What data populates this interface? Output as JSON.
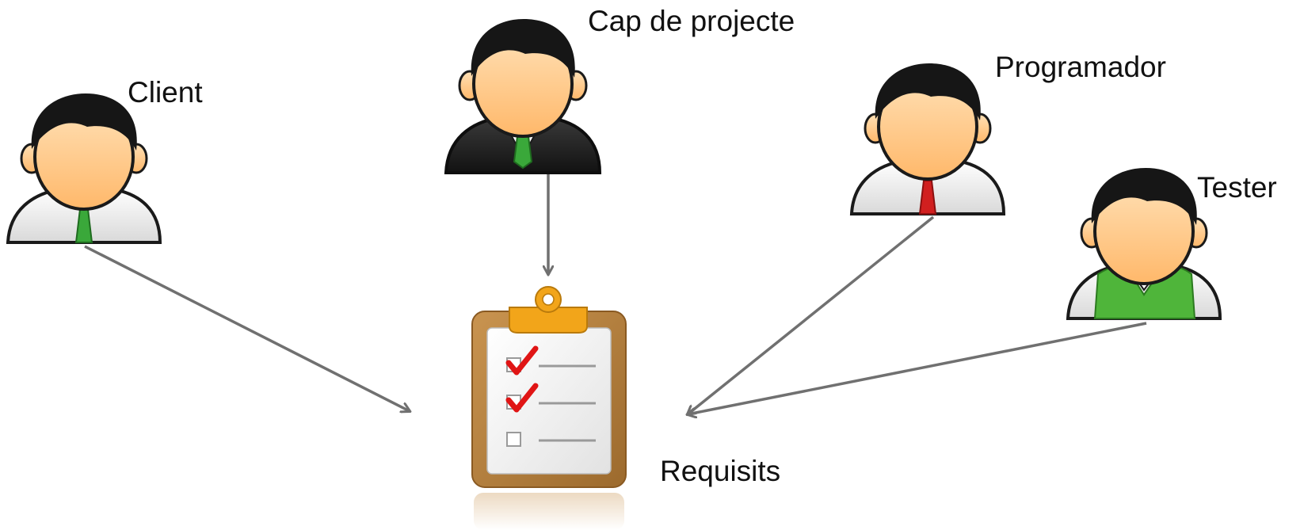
{
  "actors": {
    "client": {
      "label": "Client",
      "tie_color": "#3aa83a",
      "vest_color": ""
    },
    "manager": {
      "label": "Cap de projecte",
      "tie_color": "#3aa83a",
      "suit_color": "#2a2a2a"
    },
    "programmer": {
      "label": "Programador",
      "tie_color": "#d11f1f"
    },
    "tester": {
      "label": "Tester",
      "vest_color": "#4fb53a"
    }
  },
  "target": {
    "label": "Requisits"
  },
  "colors": {
    "arrow": "#707070",
    "skin": "#ffc98a",
    "hair": "#161616",
    "shirt": "#f4f4f4",
    "clipboard_frame": "#b98340",
    "clipboard_clip": "#f2a51a",
    "check": "#e01515"
  },
  "icons": {
    "client": "person-icon",
    "manager": "person-suit-icon",
    "programmer": "person-icon",
    "tester": "person-vest-icon",
    "requisits": "clipboard-checklist-icon"
  }
}
